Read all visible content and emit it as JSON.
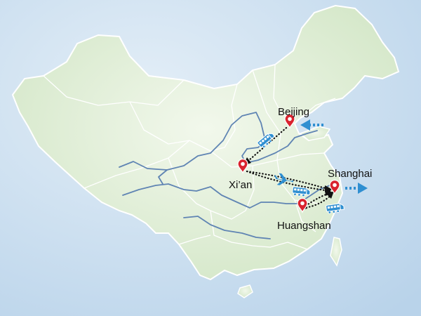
{
  "map": {
    "cities": {
      "beijing": "Beijing",
      "xian": "Xi’an",
      "shanghai": "Shanghai",
      "huangshan": "Huangshan"
    },
    "colors": {
      "sea": "#c5dcee",
      "land": "#ddeed2",
      "land_shade": "#c3d7c0",
      "border": "#ffffff",
      "river": "#5f84b3",
      "marker": "#d9232e",
      "transport": "#2f8fd1",
      "route": "#111111"
    },
    "icons": {
      "city_marker": "map-pin-icon",
      "train": "train-icon",
      "airplane": "airplane-icon",
      "arrival": "arrival-arrow-icon",
      "departure": "departure-arrow-icon"
    },
    "routes": [
      {
        "from": "Beijing",
        "to": "Xi’an",
        "mode": "train"
      },
      {
        "from": "Xi’an",
        "to": "Shanghai",
        "mode": "flight"
      },
      {
        "from": "Xi’an",
        "to": "Shanghai",
        "mode": "train"
      },
      {
        "from": "Shanghai",
        "to": "Huangshan",
        "mode": "train"
      },
      {
        "from": "Huangshan",
        "to": "Shanghai",
        "mode": "train"
      }
    ]
  }
}
